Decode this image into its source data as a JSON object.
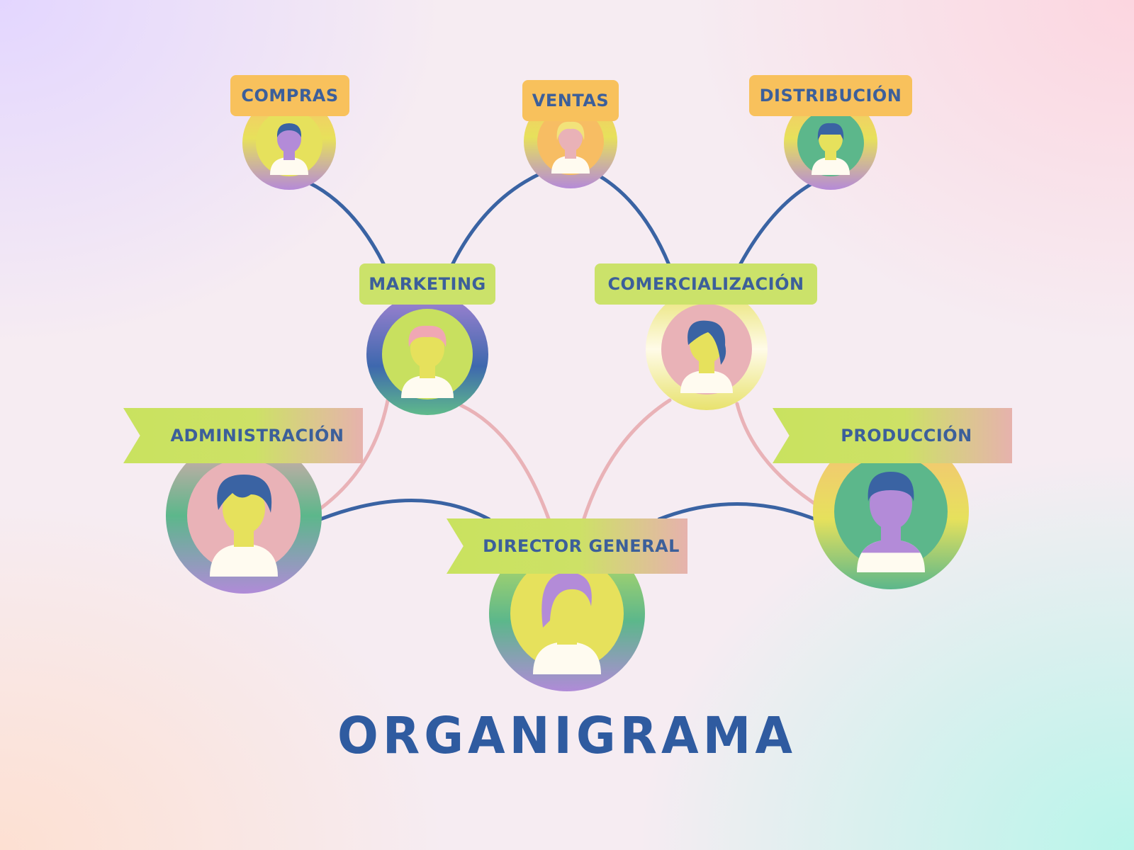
{
  "title": "ORGANIGRAMA",
  "nodes": {
    "compras": {
      "label": "COMPRAS"
    },
    "ventas": {
      "label": "VENTAS"
    },
    "distribucion": {
      "label": "DISTRIBUCIÓN"
    },
    "marketing": {
      "label": "MARKETING"
    },
    "comercializacion": {
      "label": "COMERCIALIZACIÓN"
    },
    "administracion": {
      "label": "ADMINISTRACIÓN"
    },
    "produccion": {
      "label": "PRODUCCIÓN"
    },
    "director": {
      "label": "DIRECTOR GENERAL"
    }
  },
  "colors": {
    "title": "#2f5ba0",
    "label_text": "#3c5f9a",
    "connector_blue": "#3a63a3",
    "connector_pink": "#e9b2b7",
    "label_orange": "#f8c15c",
    "label_green": "#cbe26a"
  },
  "icons": [
    "person-avatar-icon"
  ]
}
